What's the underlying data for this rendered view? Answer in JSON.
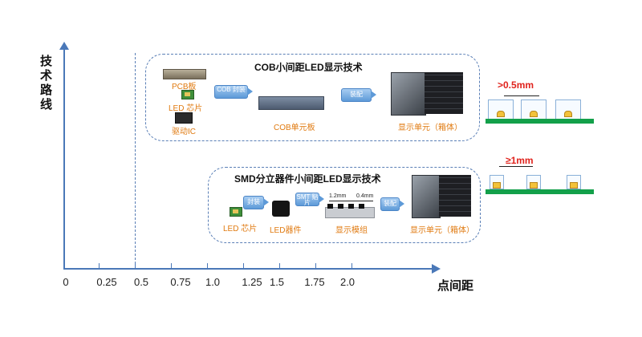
{
  "axes": {
    "y_title": "技术路线",
    "x_title": "点间距",
    "ticks": [
      "0",
      "0.25",
      "0.5",
      "0.75",
      "1.0",
      "1.25",
      "1.5",
      "1.75",
      "2.0"
    ]
  },
  "cob": {
    "title": "COB小间距LED显示技术",
    "pcb_label": "PCB板",
    "chip_label": "LED 芯片",
    "ic_label": "驱动IC",
    "step1": "COB 封装",
    "board_label": "COB单元板",
    "step2": "装配",
    "unit_label": "显示单元（箱体）"
  },
  "smd": {
    "title": "SMD分立器件小间距LED显示技术",
    "chip_label": "LED 芯片",
    "step1": "封装",
    "device_label": "LED器件",
    "step2": "SMT 贴片",
    "dim_left": "1.2mm",
    "dim_right": "0.4mm",
    "module_label": "显示模组",
    "step3": "装配",
    "unit_label": "显示单元（箱体）"
  },
  "side": {
    "cob_pitch": ">0.5mm",
    "smd_pitch": "≥1mm"
  },
  "colors": {
    "axis": "#4a78b8",
    "dash": "#5a7fb6",
    "orange": "#e07a10",
    "red": "#e0231d",
    "pcb_green": "#13a04a"
  }
}
